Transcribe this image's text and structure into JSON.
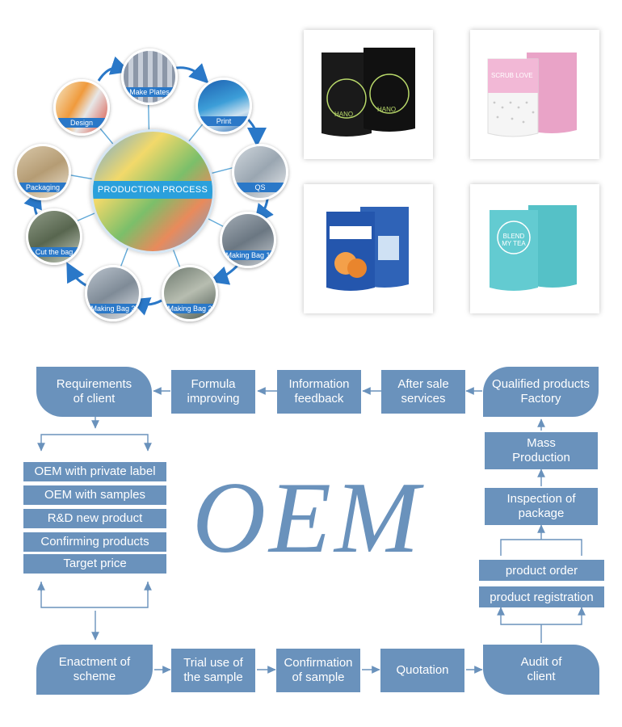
{
  "process": {
    "center_label": "PRODUCTION PROCESS",
    "steps": [
      "Design",
      "Make Plates",
      "Print",
      "QS",
      "Making Bag 1",
      "Making Bag 2",
      "Making Bag 3",
      "Cut the bag",
      "Packaging"
    ]
  },
  "products": [
    {
      "icon": "black-stand-up-pouch",
      "text": "HANO"
    },
    {
      "icon": "pink-white-stand-up-pouch",
      "text": "SCRUB LOVE"
    },
    {
      "icon": "blue-fruit-pouch",
      "text": ""
    },
    {
      "icon": "teal-tea-pouch",
      "text": "BLEND MY TEA"
    }
  ],
  "flow": {
    "requirements": "Requirements of client",
    "formula": "Formula improving",
    "information": "Information feedback",
    "after_sale": "After sale services",
    "qualified": "Qualified products Factory",
    "mass": "Mass Production",
    "inspection": "Inspection of package",
    "product_order": "product order",
    "product_registration": "product registration",
    "audit": "Audit of client",
    "quotation": "Quotation",
    "confirmation": "Confirmation of sample",
    "trial": "Trial use of the sample",
    "enactment": "Enactment of scheme",
    "list": [
      "OEM with private label",
      "OEM with samples",
      "R&D new product",
      "Confirming products",
      "Target price"
    ],
    "watermark": "OEM"
  },
  "colors": {
    "box": "#6a92bc",
    "arrow": "#6a92bc",
    "wheel_arrow": "#2a78c8"
  }
}
